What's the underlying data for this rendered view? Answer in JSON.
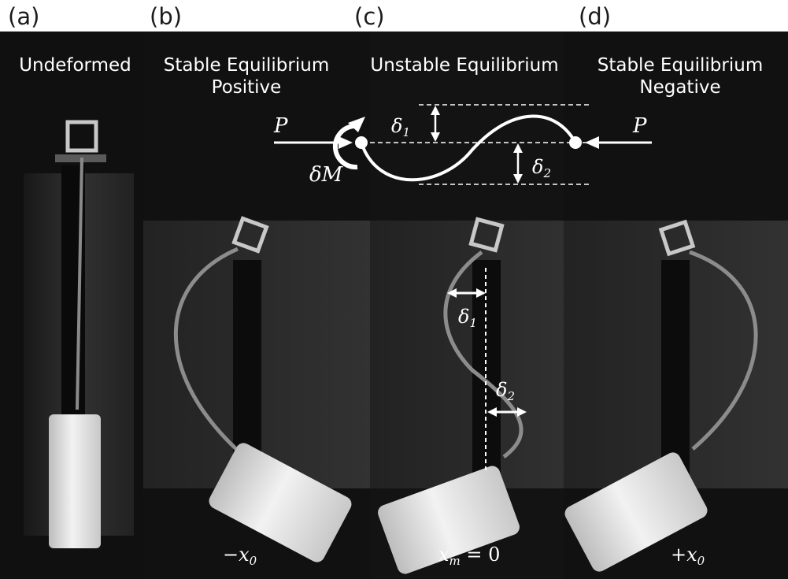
{
  "labels": {
    "a": "(a)",
    "b": "(b)",
    "c": "(c)",
    "d": "(d)"
  },
  "captions": {
    "a": "Undeformed",
    "b_line1": "Stable Equilibrium",
    "b_line2": "Positive",
    "c": "Unstable Equilibrium",
    "d_line1": "Stable Equilibrium",
    "d_line2": "Negative"
  },
  "diagram": {
    "force_left": "P",
    "force_right": "P",
    "moment": "δM",
    "delta1": "δ",
    "delta1_sub": "1",
    "delta2": "δ",
    "delta2_sub": "2"
  },
  "photo_c": {
    "delta1": "δ",
    "delta1_sub": "1",
    "delta2": "δ",
    "delta2_sub": "2"
  },
  "positions": {
    "b": "−x",
    "b_sub": "0",
    "c": "x",
    "c_sub": "m",
    "c_tail": " = 0",
    "d": "+x",
    "d_sub": "0"
  },
  "colors": {
    "background": "#0e0e0e",
    "foreground": "#ffffff",
    "label": "#1a1a1a"
  }
}
